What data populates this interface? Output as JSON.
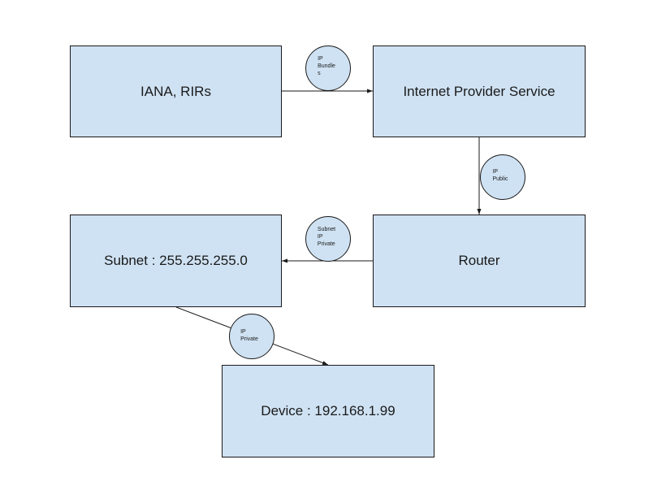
{
  "nodes": {
    "iana": {
      "label": "IANA, RIRs"
    },
    "isp": {
      "label": "Internet Provider Service"
    },
    "router": {
      "label": "Router"
    },
    "subnet": {
      "label": "Subnet : 255.255.255.0"
    },
    "device": {
      "label": "Device : 192.168.1.99"
    }
  },
  "edges": {
    "bundles": {
      "label": "IP\nBundle\ns"
    },
    "public": {
      "label": "IP\nPublic"
    },
    "subnet_private": {
      "label": "Subnet\nIP\nPrivate"
    },
    "private": {
      "label": "IP\nPrivate"
    }
  },
  "colors": {
    "box_fill": "#cfe2f3",
    "stroke": "#1a1a1a"
  }
}
